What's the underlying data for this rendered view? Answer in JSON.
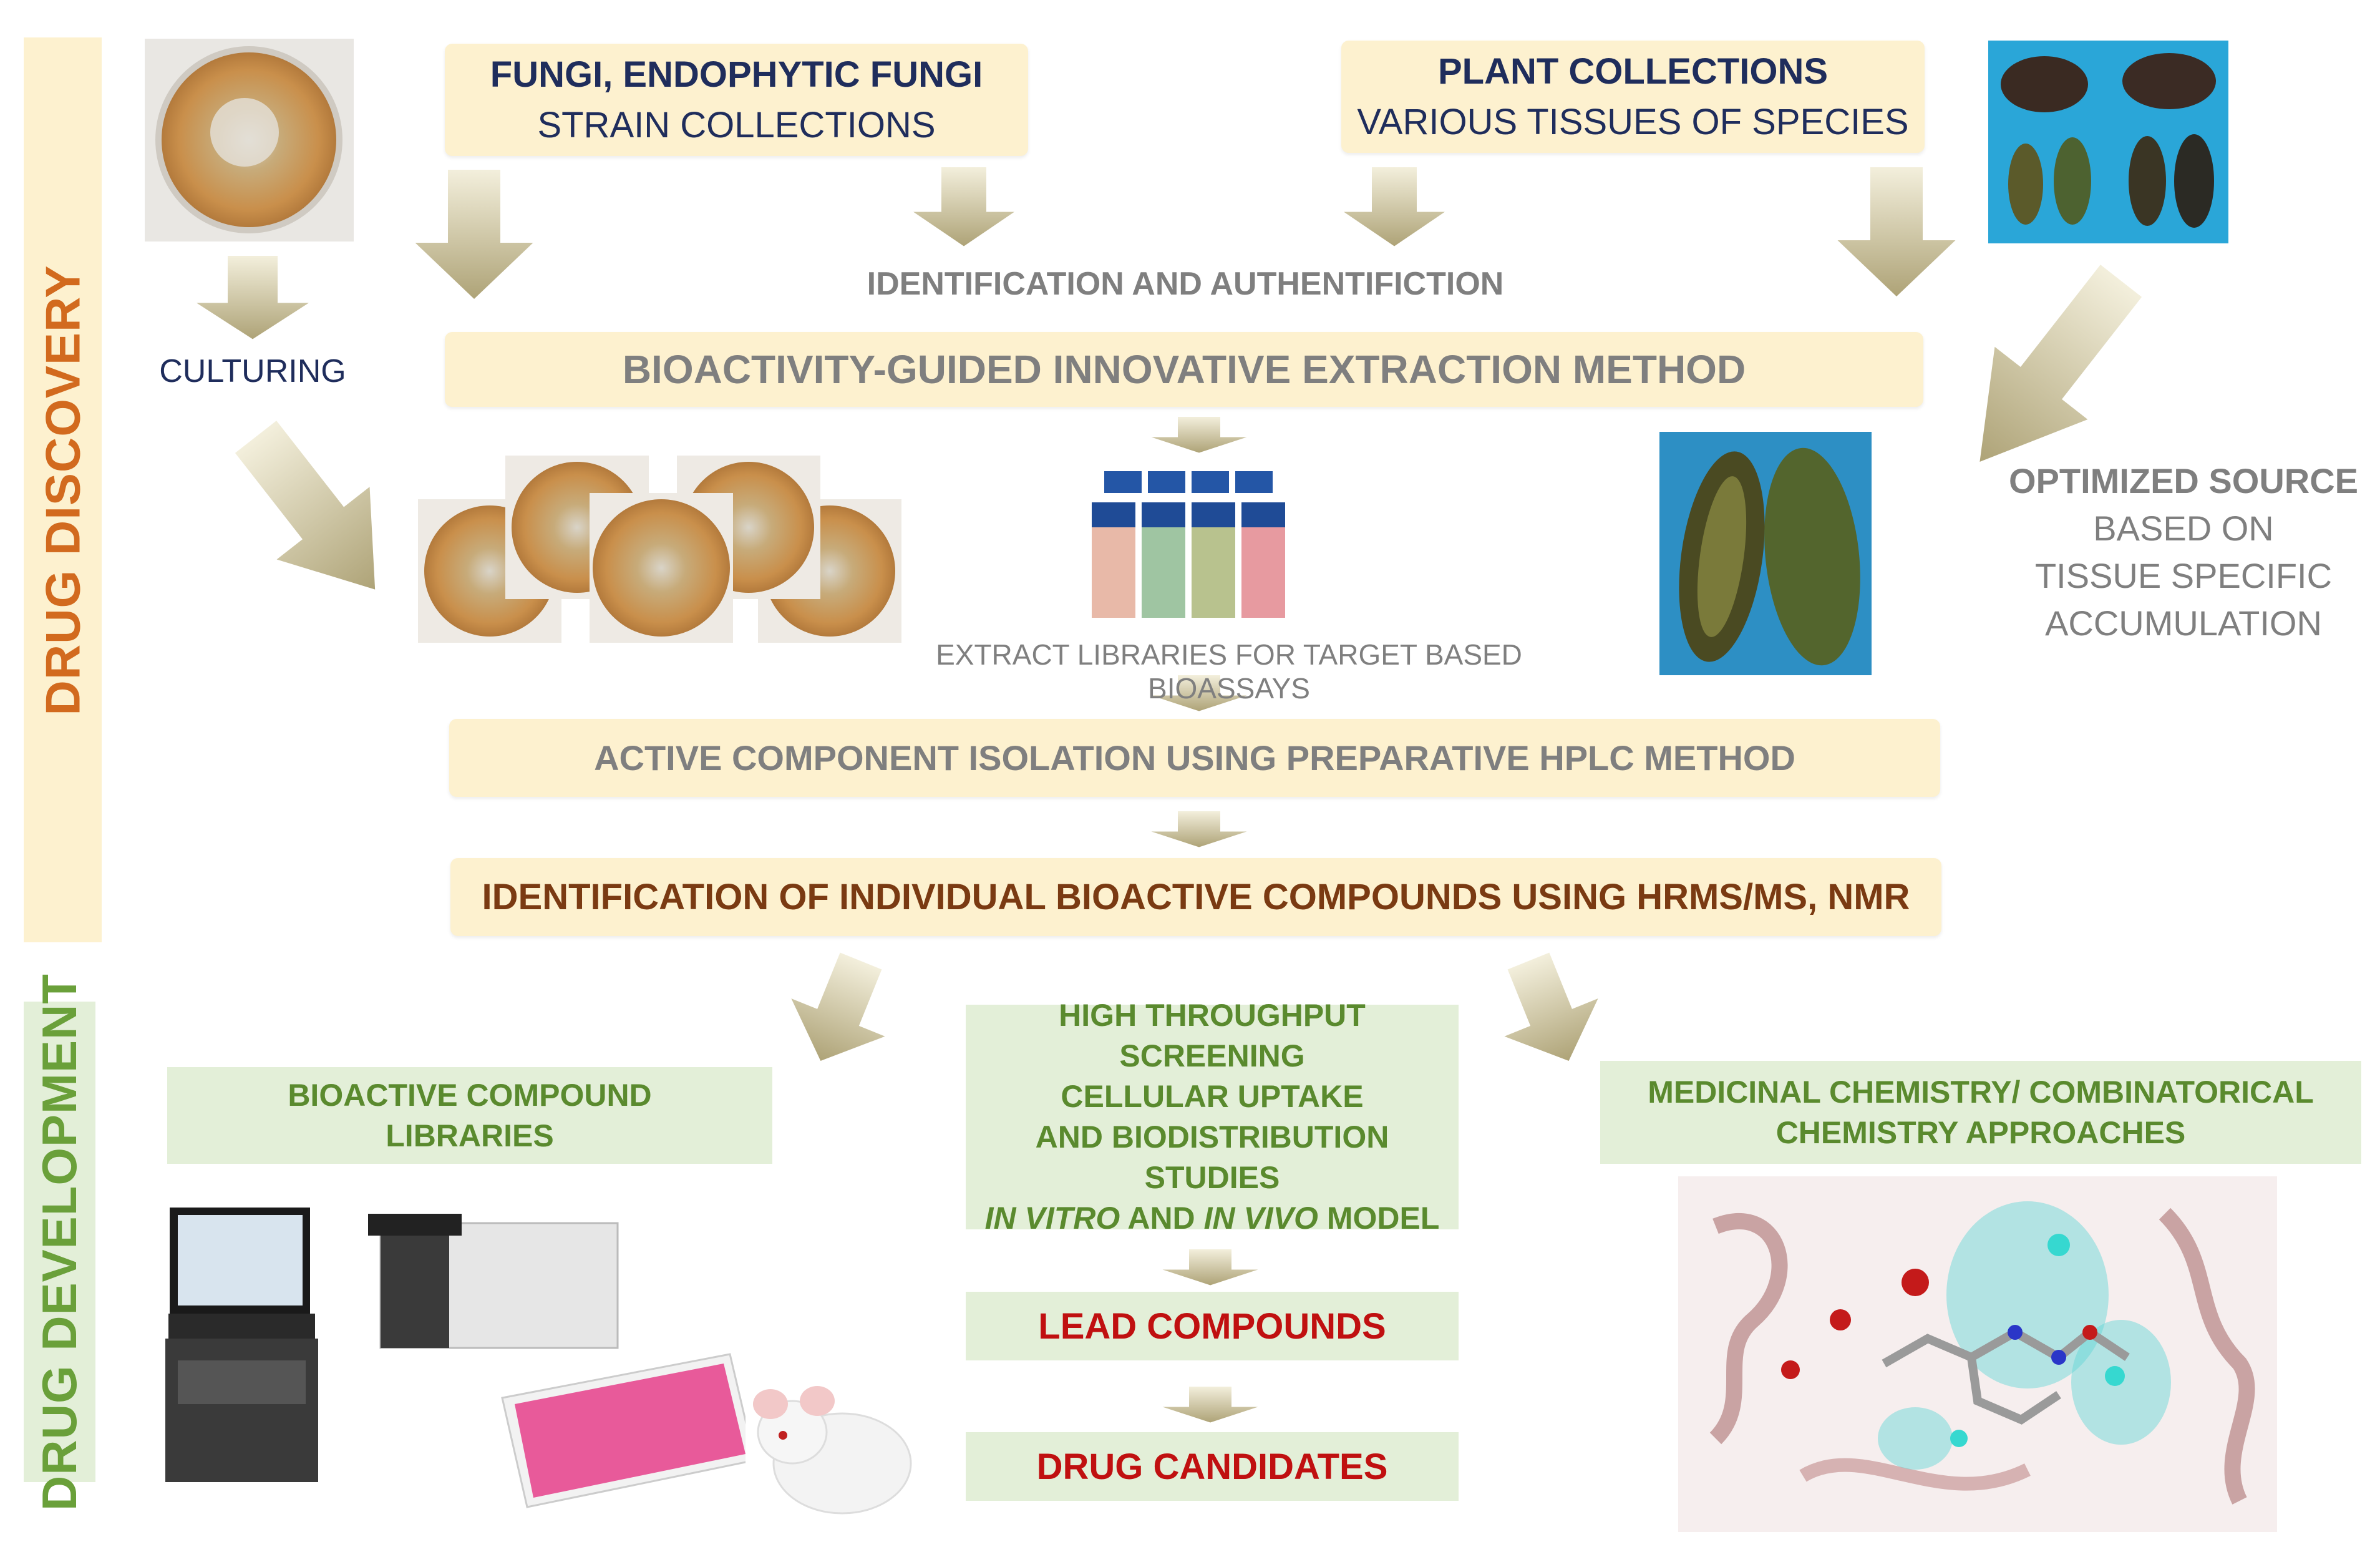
{
  "sidebar": {
    "discovery": "DRUG DISCOVERY",
    "development": "DRUG DEVELOPMENT"
  },
  "sources": {
    "fungi_title": "FUNGI, ENDOPHYTIC FUNGI",
    "fungi_sub": "STRAIN COLLECTIONS",
    "plant_title": "PLANT COLLECTIONS",
    "plant_sub": "VARIOUS TISSUES OF SPECIES"
  },
  "steps": {
    "culturing": "CULTURING",
    "identification": "IDENTIFICATION AND AUTHENTIFICTION",
    "extraction": "BIOACTIVITY-GUIDED INNOVATIVE EXTRACTION METHOD",
    "extract_libraries": "EXTRACT LIBRARIES FOR TARGET BASED BIOASSAYS",
    "optimized_lines": [
      "OPTIMIZED SOURCE",
      "BASED ON",
      "TISSUE SPECIFIC",
      "ACCUMULATION"
    ],
    "hplc": "ACTIVE COMPONENT ISOLATION USING PREPARATIVE HPLC METHOD",
    "hrms": "IDENTIFICATION OF INDIVIDUAL BIOACTIVE COMPOUNDS USING HRMS/MS, NMR"
  },
  "development": {
    "libraries_line1": "BIOACTIVE COMPOUND",
    "libraries_line2": "LIBRARIES",
    "hts": "HIGH THROUGHPUT SCREENING",
    "uptake_line1": "CELLULAR UPTAKE",
    "uptake_line2": "AND BIODISTRIBUTION STUDIES",
    "in_vitro": "IN VITRO",
    "and": " AND ",
    "in_vivo": "IN VIVO",
    "model": " MODEL",
    "medchem_line1": "MEDICINAL CHEMISTRY/ COMBINATORICAL",
    "medchem_line2": "CHEMISTRY APPROACHES",
    "lead": "LEAD COMPOUNDS",
    "candidates": "DRUG CANDIDATES"
  },
  "colors": {
    "sidebar_discovery": "#fdf1cf",
    "sidebar_discovery_text": "#d26a1e",
    "sidebar_development": "#e3efd8",
    "sidebar_development_text": "#6aa03a",
    "arrow": "#c9bf94",
    "navy": "#1f2d5c"
  }
}
